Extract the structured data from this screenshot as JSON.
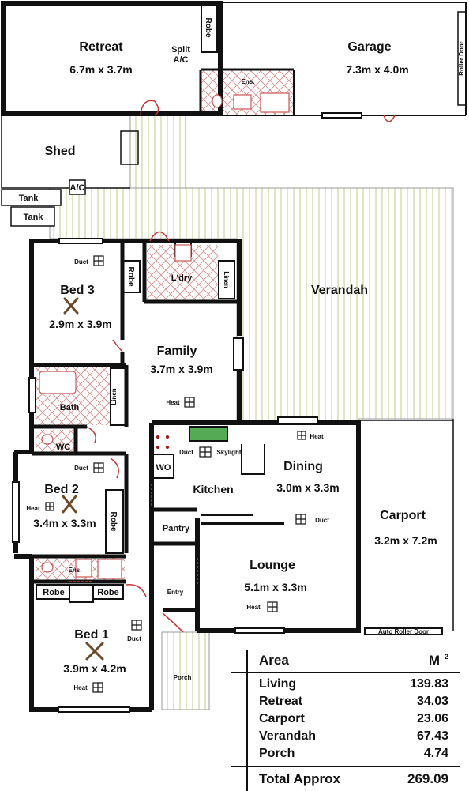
{
  "rooms": {
    "retreat": {
      "name": "Retreat",
      "size": "6.7m x 3.7m"
    },
    "garage": {
      "name": "Garage",
      "size": "7.3m x 4.0m"
    },
    "shed": {
      "name": "Shed"
    },
    "verandah": {
      "name": "Verandah"
    },
    "bed3": {
      "name": "Bed 3",
      "size": "2.9m x 3.9m"
    },
    "family": {
      "name": "Family",
      "size": "3.7m x 3.9m"
    },
    "dining": {
      "name": "Dining",
      "size": "3.0m x 3.3m"
    },
    "kitchen": {
      "name": "Kitchen"
    },
    "bed2": {
      "name": "Bed 2",
      "size": "3.4m x 3.3m"
    },
    "carport": {
      "name": "Carport",
      "size": "3.2m x 7.2m"
    },
    "lounge": {
      "name": "Lounge",
      "size": "5.1m x 3.3m"
    },
    "bed1": {
      "name": "Bed 1",
      "size": "3.9m x 4.2m"
    }
  },
  "fixtures": {
    "robe": "Robe",
    "split_ac_1": "Split",
    "split_ac_2": "A/C",
    "ensuite": "Ens.",
    "roller_door": "Roller Door",
    "ac": "A/C",
    "tank": "Tank",
    "duct": "Duct",
    "laundry": "L'dry",
    "linen": "Linen",
    "bath": "Bath",
    "wc": "WC",
    "heat": "Heat",
    "skylight": "Skylight",
    "wo": "WO",
    "pantry": "Pantry",
    "entry": "Entry",
    "porch": "Porch",
    "auto_roller_door": "Auto Roller Door"
  },
  "area_table": {
    "header_label": "Area",
    "header_unit": "M",
    "header_sup": "2",
    "rows": [
      {
        "label": "Living",
        "value": "139.83"
      },
      {
        "label": "Retreat",
        "value": "34.03"
      },
      {
        "label": "Carport",
        "value": "23.06"
      },
      {
        "label": "Verandah",
        "value": "67.43"
      },
      {
        "label": "Porch",
        "value": "4.74"
      }
    ],
    "total_label": "Total Approx",
    "total_value": "269.09"
  }
}
